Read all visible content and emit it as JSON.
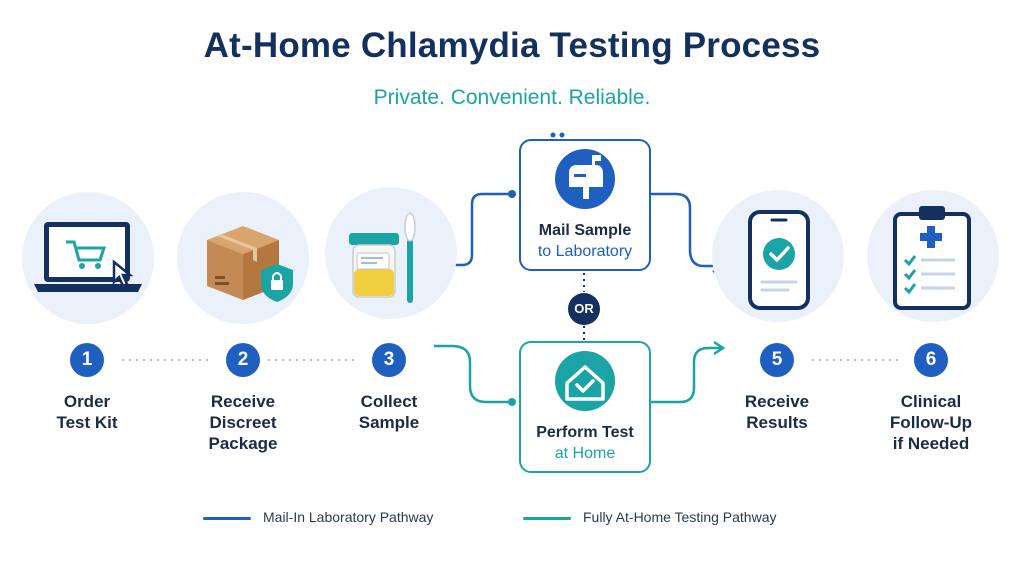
{
  "title": "At-Home Chlamydia Testing Process",
  "subtitle": "Private. Convenient. Reliable.",
  "steps": [
    {
      "number": "1",
      "lines": [
        "Order",
        "Test Kit"
      ],
      "icon": "laptop-cart-icon"
    },
    {
      "number": "2",
      "lines": [
        "Receive",
        "Discreet",
        "Package"
      ],
      "icon": "package-lock-icon"
    },
    {
      "number": "3",
      "lines": [
        "Collect",
        "Sample"
      ],
      "icon": "sample-jar-swab-icon"
    },
    {
      "number": "5",
      "lines": [
        "Receive",
        "Results"
      ],
      "icon": "phone-check-icon"
    },
    {
      "number": "6",
      "lines": [
        "Clinical",
        "Follow-Up",
        "if Needed"
      ],
      "icon": "clipboard-icon"
    }
  ],
  "paths": {
    "mail": {
      "line1": "Mail Sample",
      "line2": "to Laboratory",
      "icon": "mailbox-icon",
      "color": "#1f5fbf"
    },
    "home": {
      "line1": "Perform Test",
      "line2": "at Home",
      "icon": "house-check-icon",
      "color": "#1ba3a6"
    },
    "or_label": "OR"
  },
  "legend": [
    {
      "label": "Mail-In Laboratory Pathway",
      "color": "#1f5fbf"
    },
    {
      "label": "Fully At-Home Testing Pathway",
      "color": "#1ba3a6"
    }
  ],
  "colors": {
    "navy": "#13305f",
    "blue": "#1f5fbf",
    "teal": "#1ba3a6",
    "circle_bg": "#eaf1fa"
  }
}
